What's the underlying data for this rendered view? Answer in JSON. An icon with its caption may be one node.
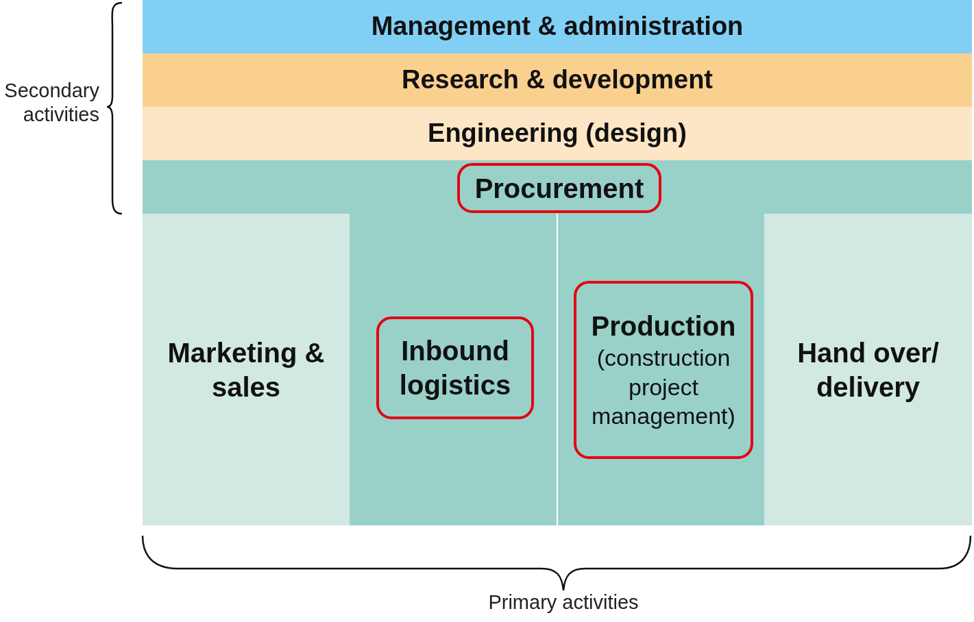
{
  "diagram": {
    "nodes": [
      {
        "text": [
          "Management & administration"
        ]
      },
      {
        "text": [
          "Research & development"
        ]
      },
      {
        "text": [
          "Engineering (design)"
        ]
      },
      {
        "text": [
          "Procurement"
        ]
      },
      {
        "text": [
          "Marketing & sales"
        ]
      },
      {
        "text": [
          "Inbound logistics"
        ]
      },
      {
        "text": [
          "Production",
          "(construction project management)"
        ]
      },
      {
        "text": [
          "Hand over/ delivery"
        ]
      }
    ],
    "labels": [
      "Secondary activities",
      "Primary activities"
    ]
  }
}
